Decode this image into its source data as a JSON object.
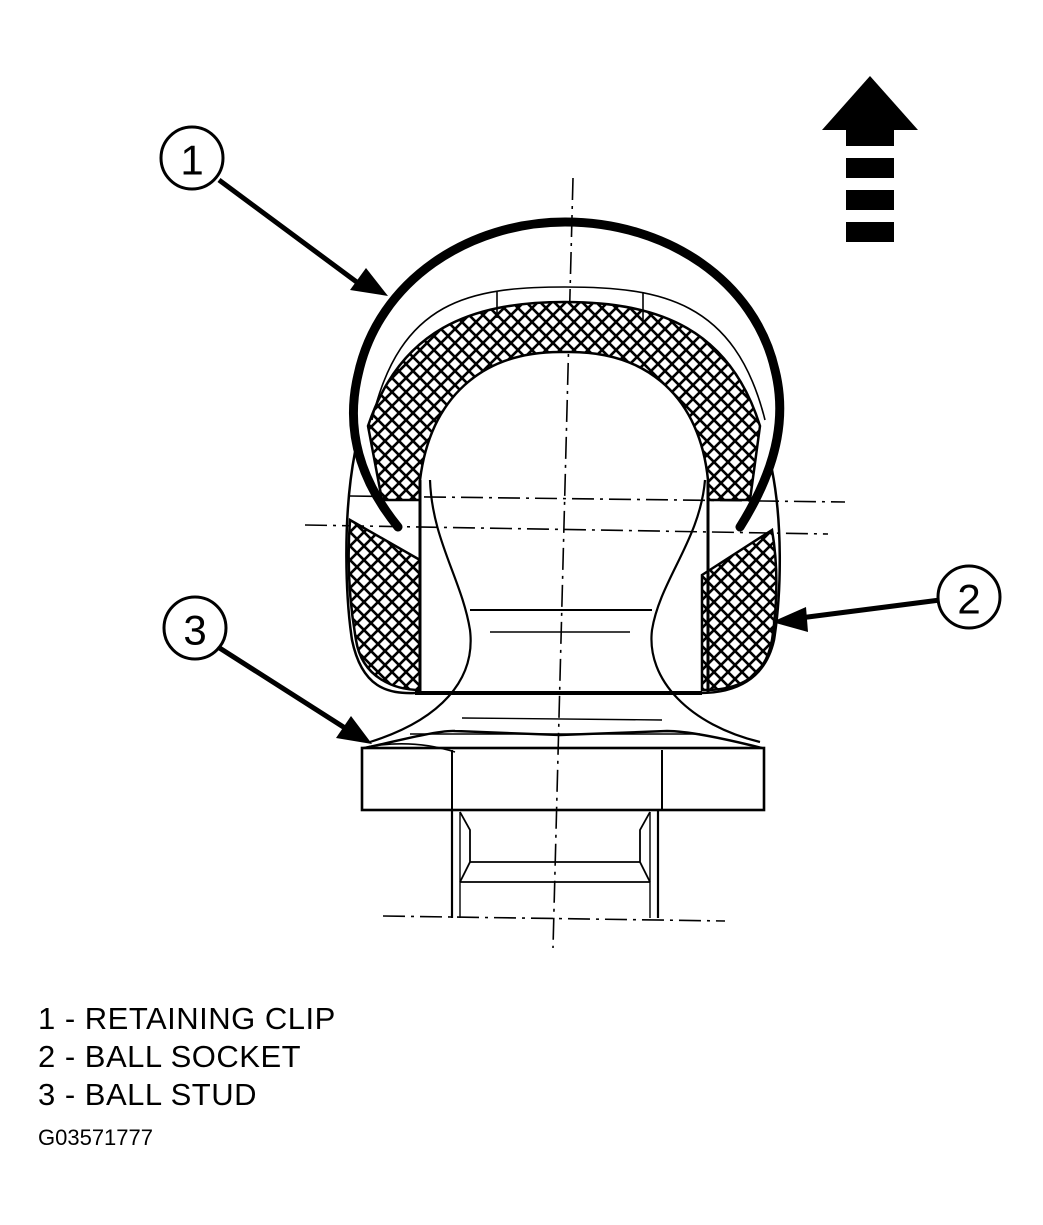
{
  "callouts": [
    {
      "id": "1",
      "name": "RETAINING CLIP"
    },
    {
      "id": "2",
      "name": "BALL SOCKET"
    },
    {
      "id": "3",
      "name": "BALL STUD"
    }
  ],
  "legend": [
    "1 - RETAINING CLIP",
    "2 - BALL SOCKET",
    "3 - BALL STUD"
  ],
  "figure_id": "G03571777",
  "icons": {
    "direction": "up-arrow-icon"
  }
}
